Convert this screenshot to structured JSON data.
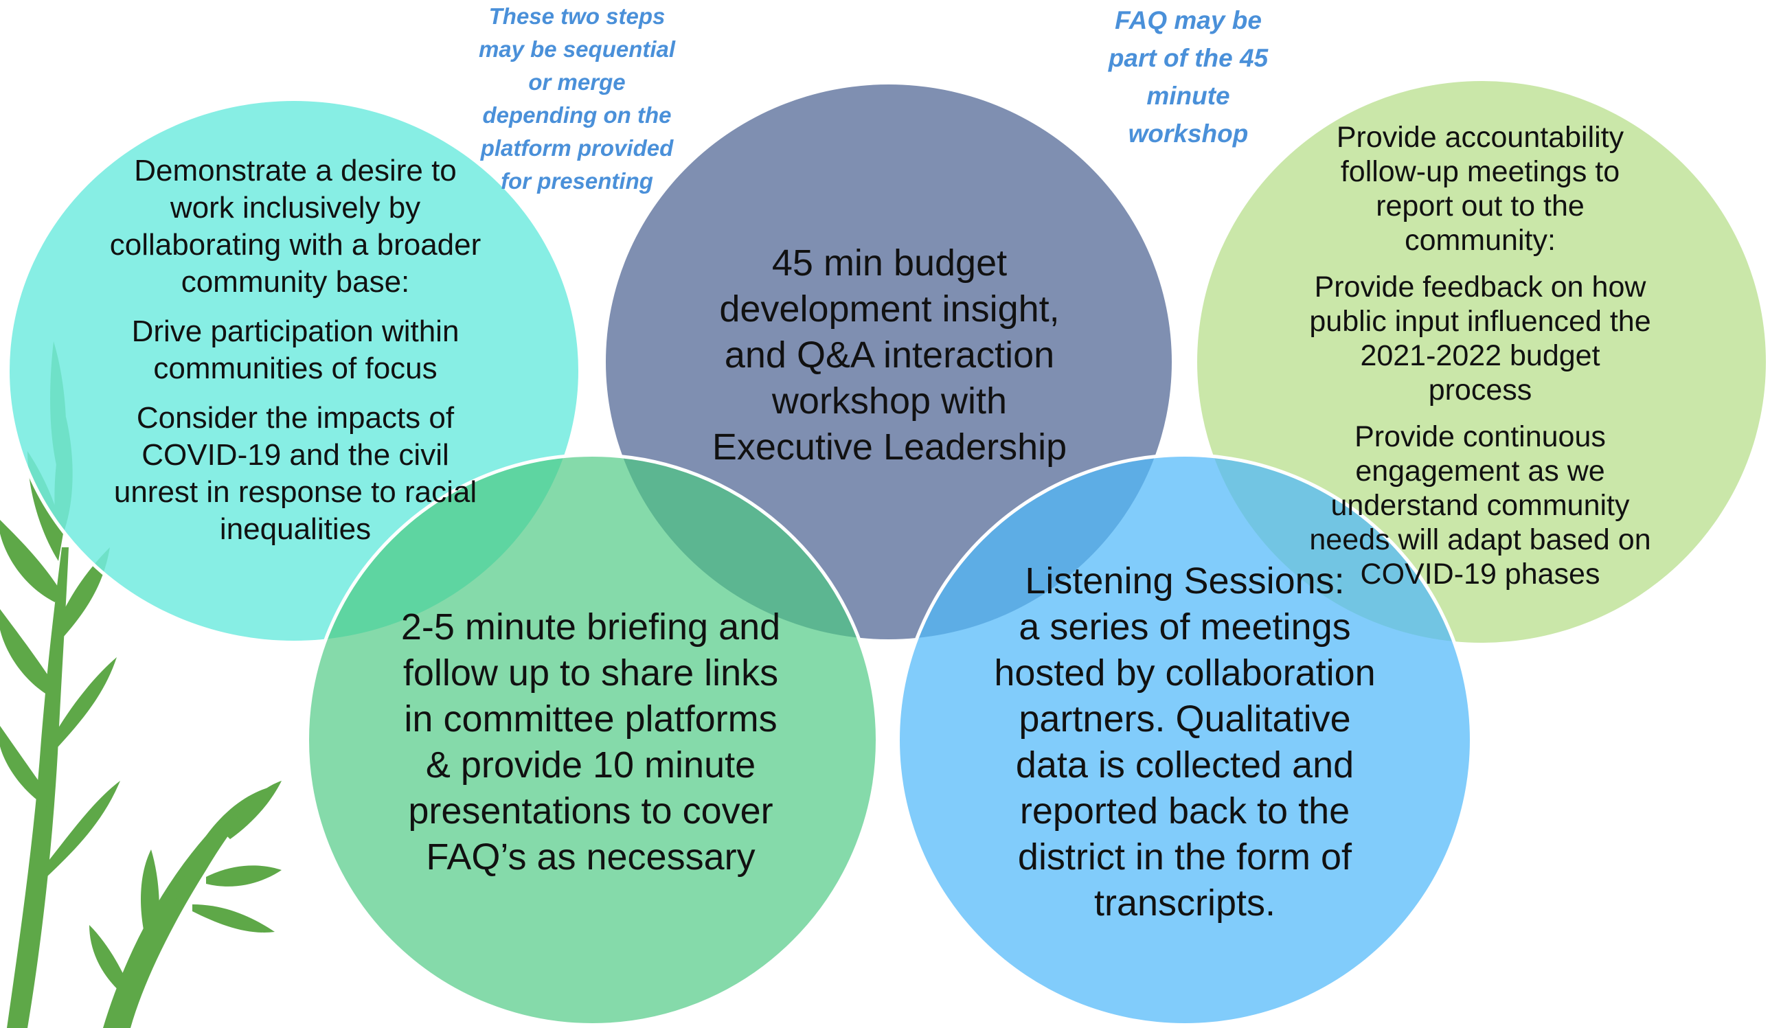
{
  "colors": {
    "teal": "#72EBDF",
    "slate": "#6B7EA6",
    "lime": "#C5E5A0",
    "green": "#6CD39A",
    "sky": "#6EC6FB",
    "note": "#4A90D9",
    "leaf": "#5EA848"
  },
  "decoration": {
    "leaf_icon": "fern-leaf-icon"
  },
  "notes": {
    "sequential": [
      "These two steps",
      "may be sequential",
      "or merge",
      "depending on the",
      "platform provided",
      "for presenting"
    ],
    "faq": [
      "FAQ may be",
      "part of the 45",
      "minute",
      "workshop"
    ]
  },
  "circles": {
    "inclusive": {
      "heading": [
        "Demonstrate a desire to",
        "work inclusively by",
        "collaborating with a broader",
        "community base:"
      ],
      "point1": [
        "Drive participation within",
        "communities of focus"
      ],
      "point2": [
        "Consider the impacts of",
        "COVID-19 and the civil",
        "unrest in response to racial",
        "inequalities"
      ]
    },
    "workshop": {
      "lines": [
        "45 min budget",
        "development insight,",
        "and Q&A interaction",
        "workshop with",
        "Executive Leadership"
      ]
    },
    "accountability": {
      "heading": [
        "Provide accountability",
        "follow-up meetings to",
        "report out to the",
        "community:"
      ],
      "point1": [
        "Provide feedback on how",
        "public input influenced the",
        "2021-2022 budget",
        "process"
      ],
      "point2": [
        "Provide continuous",
        "engagement as we",
        "understand community",
        "needs will adapt based on",
        "COVID-19 phases"
      ]
    },
    "briefing": {
      "lines": [
        "2-5 minute briefing and",
        "follow up to share links",
        "in committee platforms",
        "& provide 10 minute",
        "presentations to cover",
        "FAQ’s as necessary"
      ]
    },
    "listening": {
      "lines": [
        "Listening Sessions:",
        "a series of meetings",
        "hosted by collaboration",
        "partners. Qualitative",
        "data is collected and",
        "reported back to the",
        "district in the form of",
        "transcripts."
      ]
    }
  }
}
